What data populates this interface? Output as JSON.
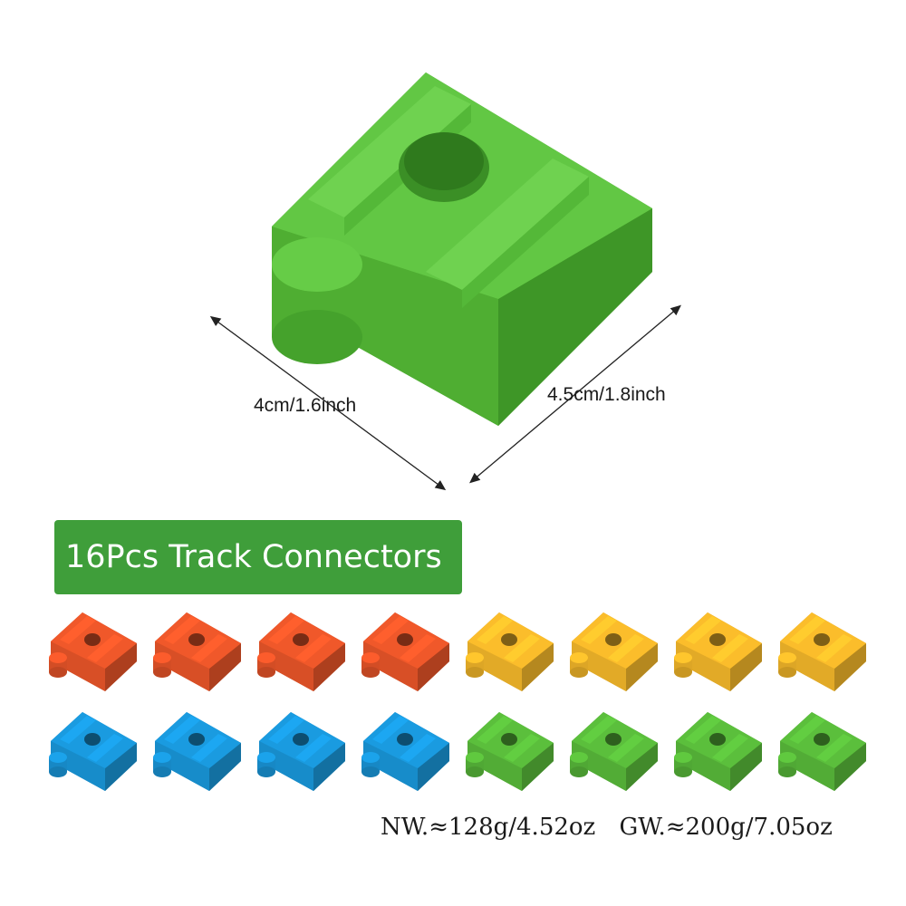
{
  "product": {
    "dimension_width": "4cm/1.6inch",
    "dimension_depth": "4.5cm/1.8inch",
    "banner_title": "16Pcs Track Connectors",
    "net_weight": "NW.≈128g/4.52oz",
    "gross_weight": "GW.≈200g/7.05oz"
  },
  "colors": {
    "hero_piece": "#5bbf3c",
    "banner": "#3f9e3a",
    "orange": "#f0582a",
    "yellow": "#fbbd2b",
    "blue": "#1a9be0",
    "green": "#5bbf3c"
  },
  "pieces": {
    "rows": [
      [
        "orange",
        "orange",
        "orange",
        "orange",
        "yellow",
        "yellow",
        "yellow",
        "yellow"
      ],
      [
        "blue",
        "blue",
        "blue",
        "blue",
        "green",
        "green",
        "green",
        "green"
      ]
    ]
  }
}
